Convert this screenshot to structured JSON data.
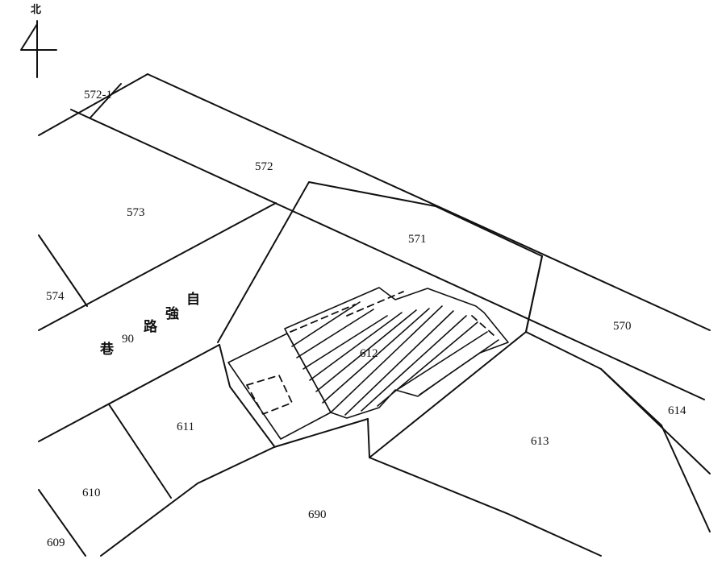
{
  "north": {
    "label": "北",
    "arrow_icon": "north-arrow-icon"
  },
  "parcels": [
    {
      "id": "p572-1",
      "label": "572-1"
    },
    {
      "id": "p572",
      "label": "572"
    },
    {
      "id": "p573",
      "label": "573"
    },
    {
      "id": "p571",
      "label": "571"
    },
    {
      "id": "p574",
      "label": "574"
    },
    {
      "id": "p570",
      "label": "570"
    },
    {
      "id": "p612",
      "label": "612"
    },
    {
      "id": "p614",
      "label": "614"
    },
    {
      "id": "p611",
      "label": "611"
    },
    {
      "id": "p613",
      "label": "613"
    },
    {
      "id": "p610",
      "label": "610"
    },
    {
      "id": "p690",
      "label": "690"
    },
    {
      "id": "p609",
      "label": "609"
    }
  ],
  "road": {
    "chars": [
      "自",
      "強",
      "路",
      "90",
      "巷"
    ]
  },
  "highlighted_parcel": "612"
}
